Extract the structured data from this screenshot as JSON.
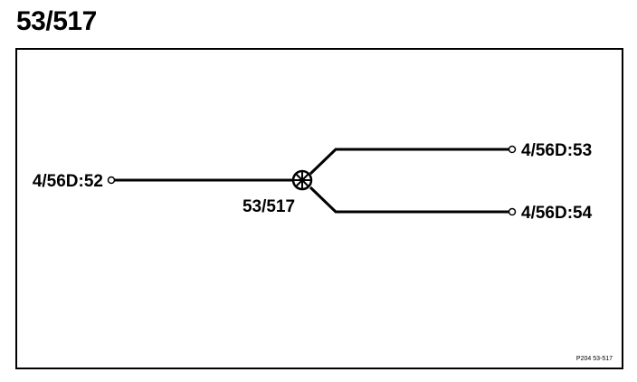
{
  "title": "53/517",
  "diagram": {
    "splitter_label": "53/517",
    "input_port": "4/56D:52",
    "output_ports": [
      "4/56D:53",
      "4/56D:54"
    ],
    "reference_code": "P204  53-517",
    "line_color": "#000000"
  }
}
